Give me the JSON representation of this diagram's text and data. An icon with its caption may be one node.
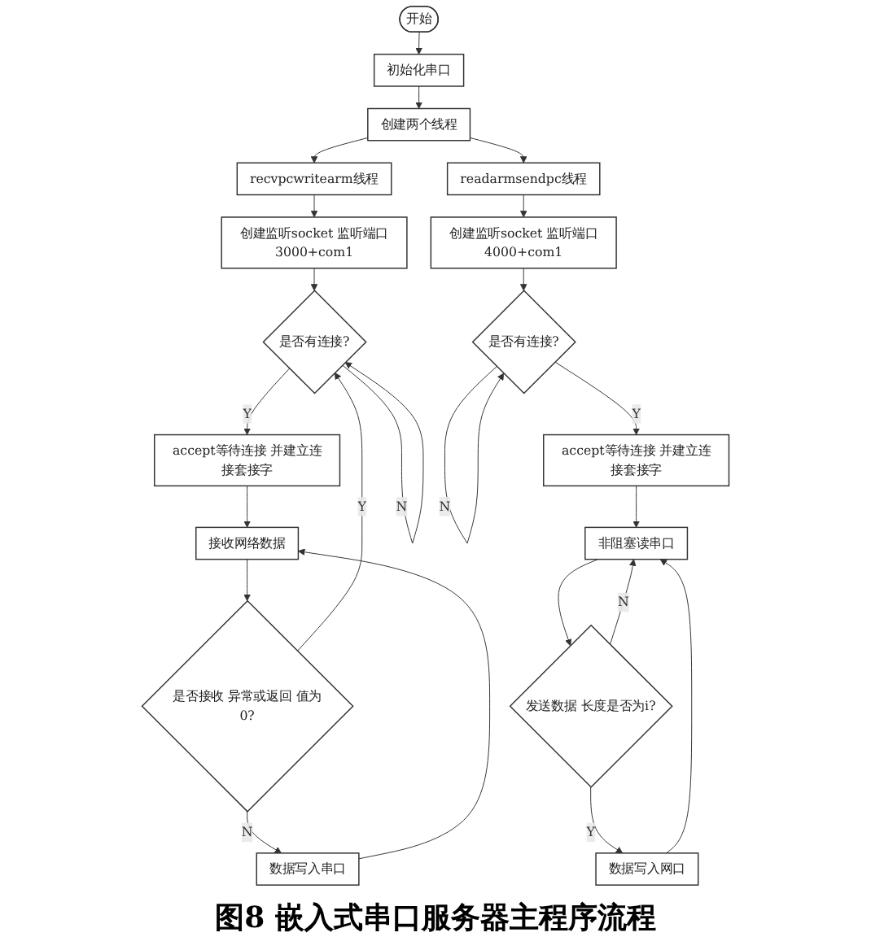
{
  "diagram": {
    "caption": "图8 嵌入式串口服务器主程序流程",
    "nodes": [
      {
        "text": [
          "开始"
        ]
      },
      {
        "text": [
          "初始化串口"
        ]
      },
      {
        "text": [
          "创建两个线程"
        ]
      },
      {
        "text": [
          "recvpcwritearm线程"
        ]
      },
      {
        "text": [
          "readarmsendpc线程"
        ]
      },
      {
        "text": [
          "创建监听socket 监听端口3000+com1"
        ]
      },
      {
        "text": [
          "创建监听socket 监听端口4000+com1"
        ]
      },
      {
        "text": [
          "是否有连接?"
        ]
      },
      {
        "text": [
          "是否有连接?"
        ]
      },
      {
        "text": [
          "accept等待连接 并建立连接套接字"
        ]
      },
      {
        "text": [
          "accept等待连接 并建立连接套接字"
        ]
      },
      {
        "text": [
          "接收网络数据"
        ]
      },
      {
        "text": [
          "非阻塞读串口"
        ]
      },
      {
        "text": [
          "是否接收 异常或返回 值为0?"
        ]
      },
      {
        "text": [
          "发送数据 长度是否为i?"
        ]
      },
      {
        "text": [
          "数据写入串口"
        ]
      },
      {
        "text": [
          "数据写入网口"
        ]
      }
    ],
    "edges": [
      {
        "from": 0,
        "to": 1,
        "arrow": "to"
      },
      {
        "from": 1,
        "to": 2,
        "arrow": "to"
      },
      {
        "from": 2,
        "to": 3,
        "arrow": "to"
      },
      {
        "from": 2,
        "to": 4,
        "arrow": "to"
      },
      {
        "from": 3,
        "to": 5,
        "arrow": "to"
      },
      {
        "from": 4,
        "to": 6,
        "arrow": "to"
      },
      {
        "from": 5,
        "to": 7,
        "arrow": "to"
      },
      {
        "from": 6,
        "to": 8,
        "arrow": "to"
      },
      {
        "from": 7,
        "to": 7,
        "label": "N",
        "arrow": "to"
      },
      {
        "from": 7,
        "to": 9,
        "label": "Y",
        "arrow": "to"
      },
      {
        "from": 8,
        "to": 8,
        "label": "N",
        "arrow": "to"
      },
      {
        "from": 8,
        "to": 10,
        "label": "Y",
        "arrow": "to"
      },
      {
        "from": 9,
        "to": 11,
        "arrow": "to"
      },
      {
        "from": 10,
        "to": 12,
        "arrow": "to"
      },
      {
        "from": 11,
        "to": 13,
        "arrow": "to"
      },
      {
        "from": 13,
        "to": 7,
        "label": "Y",
        "arrow": "to"
      },
      {
        "from": 13,
        "to": 15,
        "label": "N",
        "arrow": "to"
      },
      {
        "from": 15,
        "to": 11,
        "arrow": "to"
      },
      {
        "from": 12,
        "to": 14,
        "arrow": "to"
      },
      {
        "from": 14,
        "to": 12,
        "label": "N",
        "arrow": "to"
      },
      {
        "from": 14,
        "to": 16,
        "label": "Y",
        "arrow": "to"
      },
      {
        "from": 16,
        "to": 12,
        "arrow": "to"
      }
    ]
  }
}
